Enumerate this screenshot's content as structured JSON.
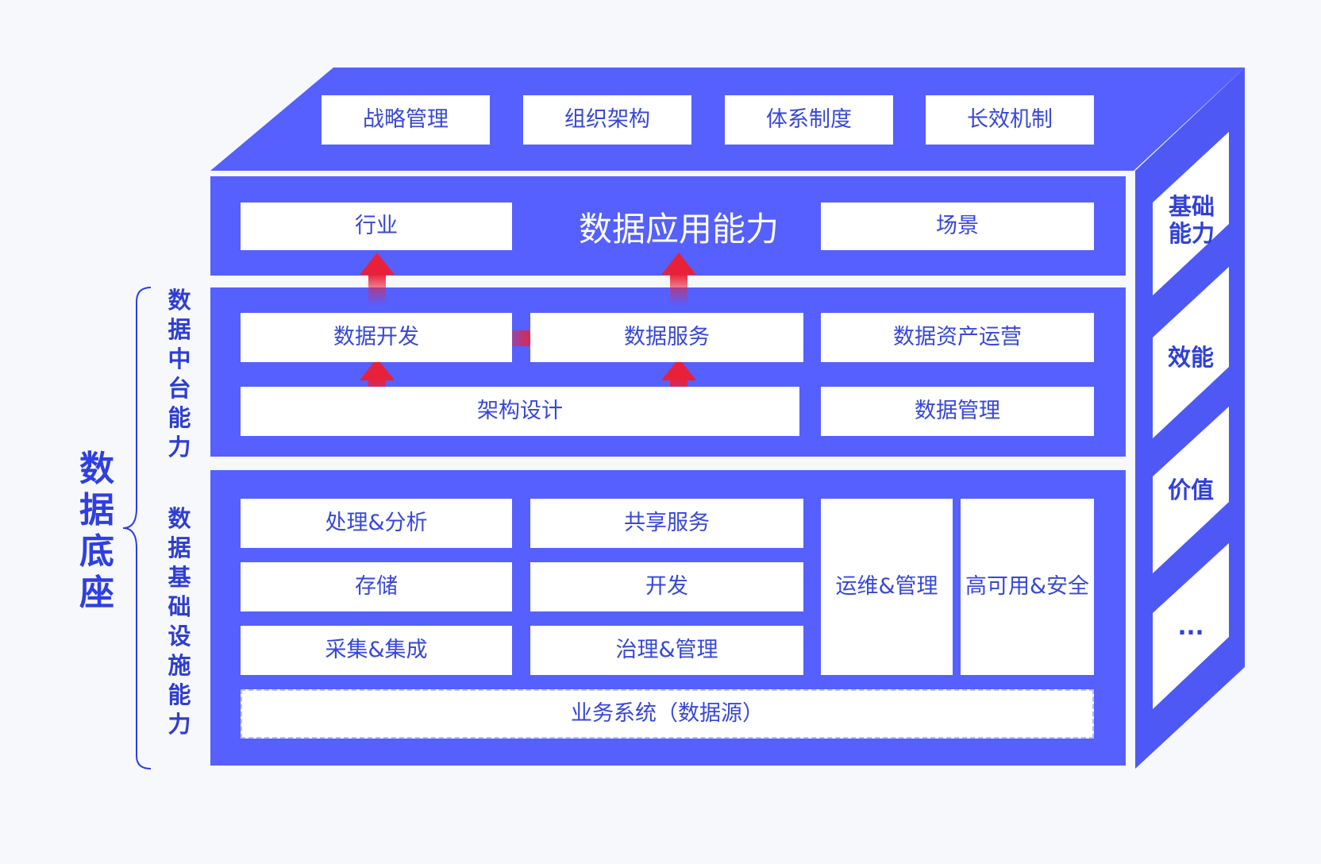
{
  "colors": {
    "frame": "#5560ff",
    "frame_dark": "#4b55f0",
    "box_text": "#3747d8",
    "label": "#2f3fe0",
    "arrow": "#e8213a"
  },
  "governance": [
    "战略管理",
    "组织架构",
    "体系制度",
    "长效机制"
  ],
  "application": {
    "title": "数据应用能力",
    "left": "行业",
    "right": "场景"
  },
  "middle_platform": {
    "label": "数据中台能力",
    "dev": "数据开发",
    "service": "数据服务",
    "asset_ops": "数据资产运营",
    "arch": "架构设计",
    "manage": "数据管理"
  },
  "infrastructure": {
    "label": "数据基础设施能力",
    "process": "处理&分析",
    "share": "共享服务",
    "storage": "存储",
    "develop": "开发",
    "collect": "采集&集成",
    "govern": "治理&管理",
    "ops": "运维&管理",
    "ha": "高可用&安全",
    "source": "业务系统（数据源）"
  },
  "foundation_label": "数据底座",
  "side": [
    "基础能力",
    "效能",
    "价值",
    "..."
  ]
}
